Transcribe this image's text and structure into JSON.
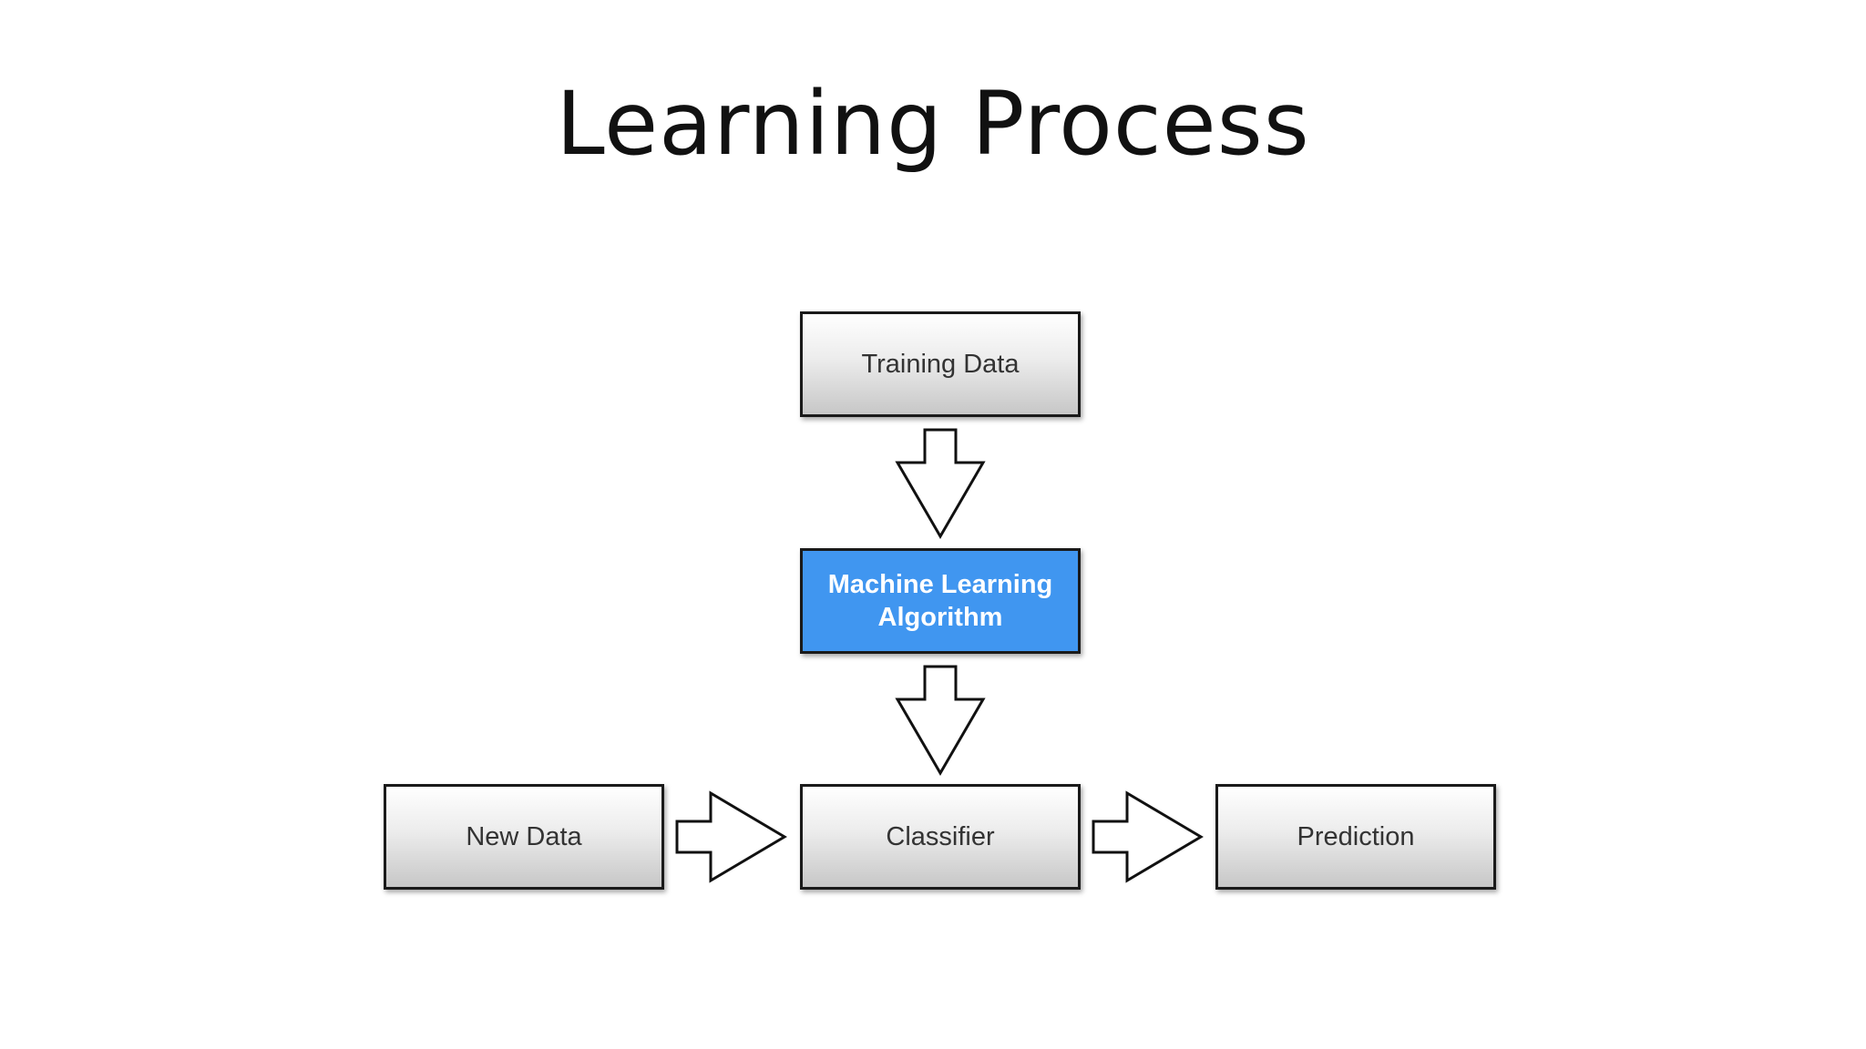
{
  "slide": {
    "title": "Learning Process"
  },
  "diagram": {
    "nodes": {
      "training_data": "Training Data",
      "ml_algorithm_line1": "Machine Learning",
      "ml_algorithm_line2": "Algorithm",
      "new_data": "New Data",
      "classifier": "Classifier",
      "prediction": "Prediction"
    },
    "colors": {
      "algorithm_fill": "#4096f0",
      "box_border": "#1a1a1a",
      "text": "#333333"
    }
  }
}
